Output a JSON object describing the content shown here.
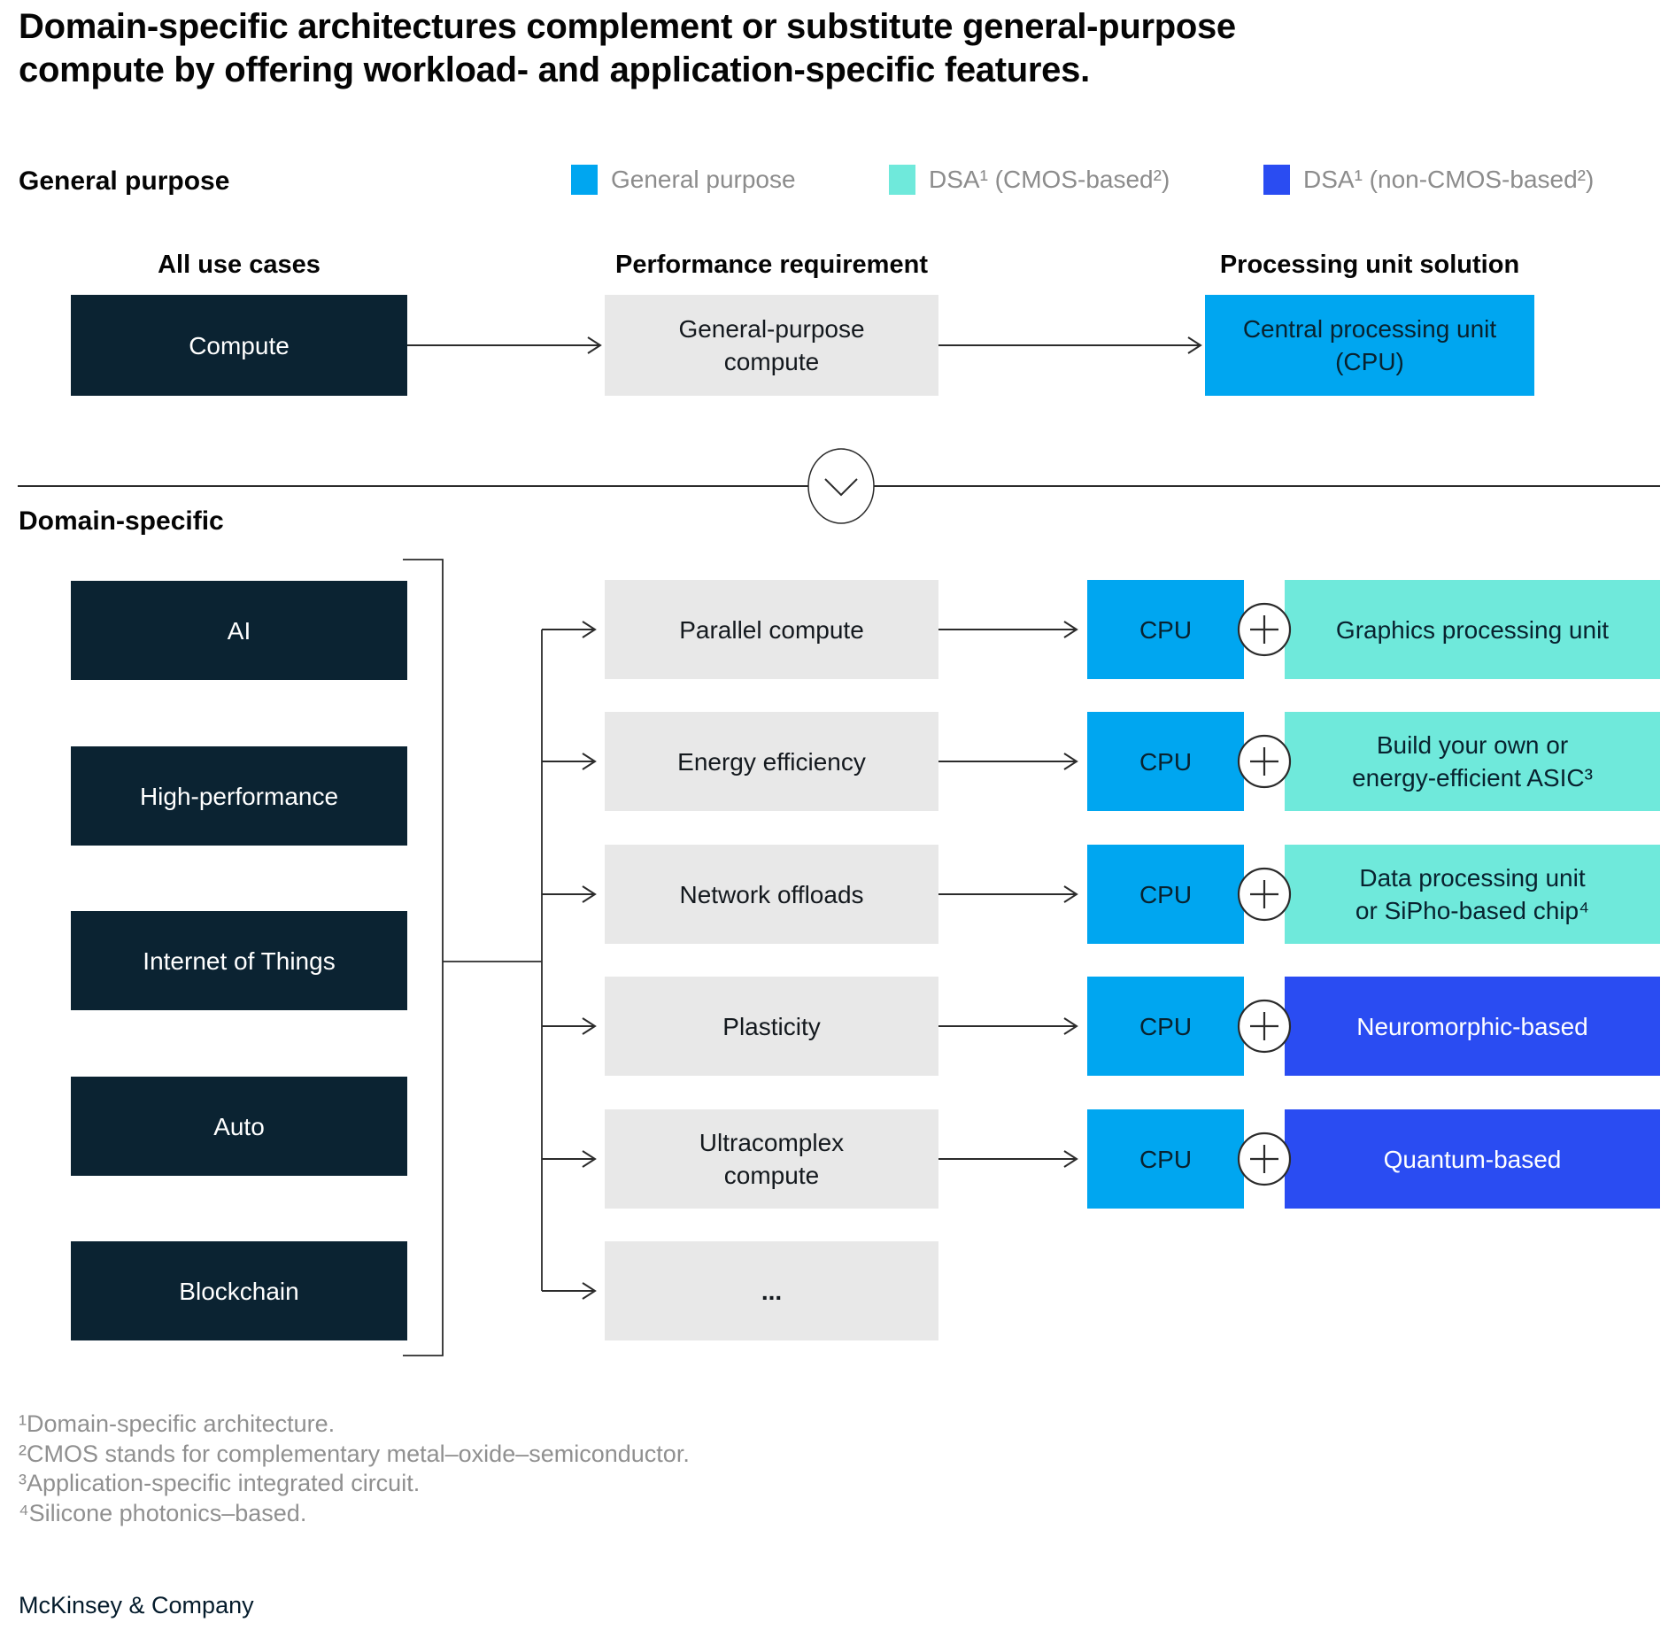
{
  "title": "Domain-specific architectures complement or substitute general-purpose\ncompute by offering workload- and application-specific features.",
  "legend": {
    "items": [
      {
        "label": "General purpose",
        "color": "#00A6F0"
      },
      {
        "label": "DSA¹ (CMOS-based²)",
        "color": "#6FE9DB"
      },
      {
        "label": "DSA¹ (non-CMOS-based²)",
        "color": "#2A4CF2"
      }
    ]
  },
  "general": {
    "heading": "General purpose",
    "columns": [
      "All use cases",
      "Performance requirement",
      "Processing unit solution"
    ],
    "use_case": "Compute",
    "requirement": "General-purpose\ncompute",
    "solution": "Central processing unit\n(CPU)"
  },
  "domain": {
    "heading": "Domain-specific",
    "use_cases": [
      "AI",
      "High-performance",
      "Internet of Things",
      "Auto",
      "Blockchain"
    ],
    "requirements": [
      "Parallel compute",
      "Energy efficiency",
      "Network offloads",
      "Plasticity",
      "Ultracomplex\ncompute",
      "..."
    ],
    "cpu_label": "CPU",
    "solutions": [
      {
        "label": "Graphics processing unit",
        "type": "cmos"
      },
      {
        "label": "Build your own or\nenergy-efficient ASIC³",
        "type": "cmos"
      },
      {
        "label": "Data processing unit\nor SiPho-based chip⁴",
        "type": "cmos"
      },
      {
        "label": "Neuromorphic-based",
        "type": "non-cmos"
      },
      {
        "label": "Quantum-based",
        "type": "non-cmos"
      }
    ]
  },
  "footnotes": [
    "¹Domain-specific architecture.",
    "²CMOS stands for complementary metal–oxide–semiconductor.",
    "³Application-specific integrated circuit.",
    "⁴Silicone photonics–based."
  ],
  "footer": "McKinsey & Company",
  "colors": {
    "navy_box": "#0B2332",
    "grey_box": "#E8E8E8",
    "general_purpose": "#00A6F0",
    "dsa_cmos": "#6FE9DB",
    "dsa_non_cmos": "#2A4CF2",
    "legend_text": "#8C8C8C",
    "footnote_text": "#909090",
    "connector_line": "#2B2B2B"
  }
}
